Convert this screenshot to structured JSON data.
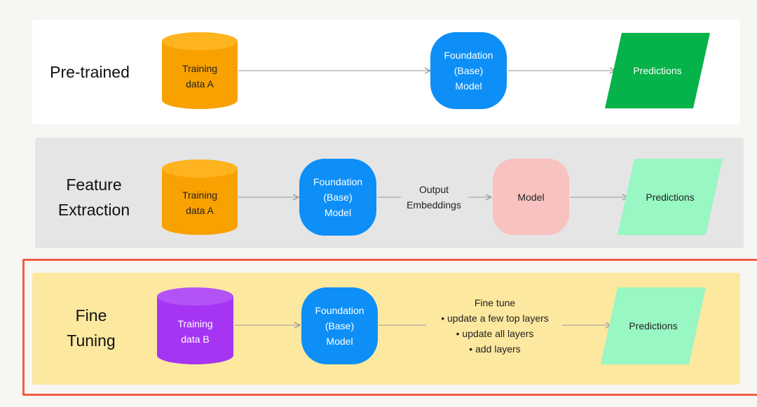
{
  "rows": {
    "pretrained": {
      "title": "Pre-trained",
      "training": "Training\ndata A",
      "foundation": "Foundation\n(Base)\nModel",
      "predictions": "Predictions"
    },
    "feature": {
      "title": "Feature\nExtraction",
      "training": "Training\ndata A",
      "foundation": "Foundation\n(Base)\nModel",
      "output_embeddings": "Output\nEmbeddings",
      "model": "Model",
      "predictions": "Predictions"
    },
    "finetune": {
      "title": "Fine\nTuning",
      "training": "Training\ndata B",
      "foundation": "Foundation\n(Base)\nModel",
      "header": "Fine tune",
      "bullets": [
        "• update a few top layers",
        "• update all layers",
        "• add layers"
      ],
      "predictions": "Predictions"
    }
  },
  "colors": {
    "orange_cylinder": "#f9a100",
    "purple_cylinder": "#a535f3",
    "foundation_blue": "#0d8ff7",
    "prediction_dark_green": "#06b24a",
    "prediction_light_green": "#98f7c3",
    "model_pink": "#f8c2c0",
    "highlight_border": "#f25c45"
  }
}
